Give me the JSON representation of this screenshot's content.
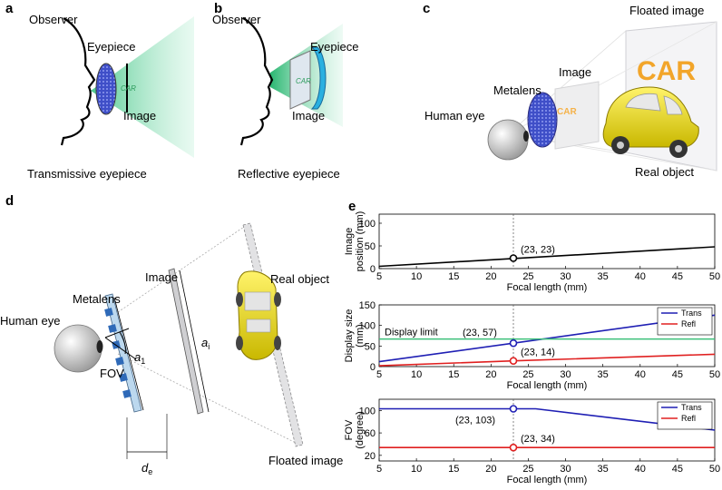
{
  "panels": {
    "a": {
      "letter": "a",
      "observer": "Observer",
      "eyepiece": "Eyepiece",
      "image": "Image",
      "car": "CAR",
      "caption": "Transmissive eyepiece"
    },
    "b": {
      "letter": "b",
      "observer": "Observer",
      "eyepiece": "Eyepiece",
      "image": "Image",
      "car": "CAR",
      "caption": "Reflective eyepiece"
    },
    "c": {
      "letter": "c",
      "floated_image": "Floated image",
      "image": "Image",
      "metalens": "Metalens",
      "human_eye": "Human eye",
      "real_object": "Real object",
      "car_big": "CAR",
      "car_small": "CAR"
    },
    "d": {
      "letter": "d",
      "image": "Image",
      "real_object": "Real object",
      "metalens": "Metalens",
      "human_eye": "Human eye",
      "fov": "FOV",
      "a1_base": "a",
      "a1_sub": "1",
      "ai_base": "a",
      "ai_sub": "i",
      "de_base": "d",
      "de_sub": "e",
      "floated_image": "Floated image"
    },
    "e": {
      "letter": "e"
    }
  },
  "colors": {
    "trans": "#1f1fb4",
    "refl": "#e02020",
    "limit": "#3cc07a",
    "black": "#000000",
    "cyan_label": "#1a8fc0"
  },
  "chart_data": [
    {
      "type": "line",
      "xlabel": "Focal length (mm)",
      "ylabel_line1": "Image",
      "ylabel_line2": "position (mm)",
      "xlim": [
        5,
        50
      ],
      "ylim": [
        0,
        120
      ],
      "xticks": [
        5,
        10,
        15,
        20,
        25,
        30,
        35,
        40,
        45,
        50
      ],
      "yticks": [
        0,
        50,
        100
      ],
      "series": [
        {
          "key": "black",
          "x": [
            5,
            50
          ],
          "y": [
            5,
            48
          ]
        }
      ],
      "marker": {
        "x": 23,
        "y": 23,
        "label": "(23, 23)",
        "color": "black"
      },
      "vline": 23
    },
    {
      "type": "line",
      "xlabel": "Focal length (mm)",
      "ylabel_line1": "Display size",
      "ylabel_line2": "(mm)",
      "xlim": [
        5,
        50
      ],
      "ylim": [
        0,
        150
      ],
      "xticks": [
        5,
        10,
        15,
        20,
        25,
        30,
        35,
        40,
        45,
        50
      ],
      "yticks": [
        0,
        50,
        100,
        150
      ],
      "series": [
        {
          "name": "Trans",
          "key": "trans",
          "x": [
            5,
            23,
            50
          ],
          "y": [
            12,
            57,
            125
          ]
        },
        {
          "name": "Refl",
          "key": "refl",
          "x": [
            5,
            23,
            50
          ],
          "y": [
            2,
            14,
            30
          ]
        },
        {
          "key": "limit",
          "x": [
            5,
            50
          ],
          "y": [
            67,
            67
          ]
        }
      ],
      "limit_label": "Display limit",
      "markers": [
        {
          "x": 23,
          "y": 57,
          "label": "(23, 57)",
          "color": "trans"
        },
        {
          "x": 23,
          "y": 14,
          "label": "(23, 14)",
          "color": "refl"
        }
      ],
      "legend": "top-right",
      "vline": 23
    },
    {
      "type": "line",
      "xlabel": "Focal length (mm)",
      "ylabel_line1": "FOV",
      "ylabel_line2": "(degree)",
      "xlim": [
        5,
        50
      ],
      "ylim": [
        10,
        120
      ],
      "xticks": [
        5,
        10,
        15,
        20,
        25,
        30,
        35,
        40,
        45,
        50
      ],
      "yticks": [
        20,
        60,
        100
      ],
      "series": [
        {
          "name": "Trans",
          "key": "trans",
          "x": [
            5,
            26,
            50
          ],
          "y": [
            103,
            103,
            65
          ]
        },
        {
          "name": "Refl",
          "key": "refl",
          "x": [
            5,
            50
          ],
          "y": [
            34,
            34
          ]
        }
      ],
      "markers": [
        {
          "x": 23,
          "y": 103,
          "label": "(23, 103)",
          "color": "trans"
        },
        {
          "x": 23,
          "y": 34,
          "label": "(23, 34)",
          "color": "refl"
        }
      ],
      "legend": "top-right",
      "vline": 23
    }
  ]
}
